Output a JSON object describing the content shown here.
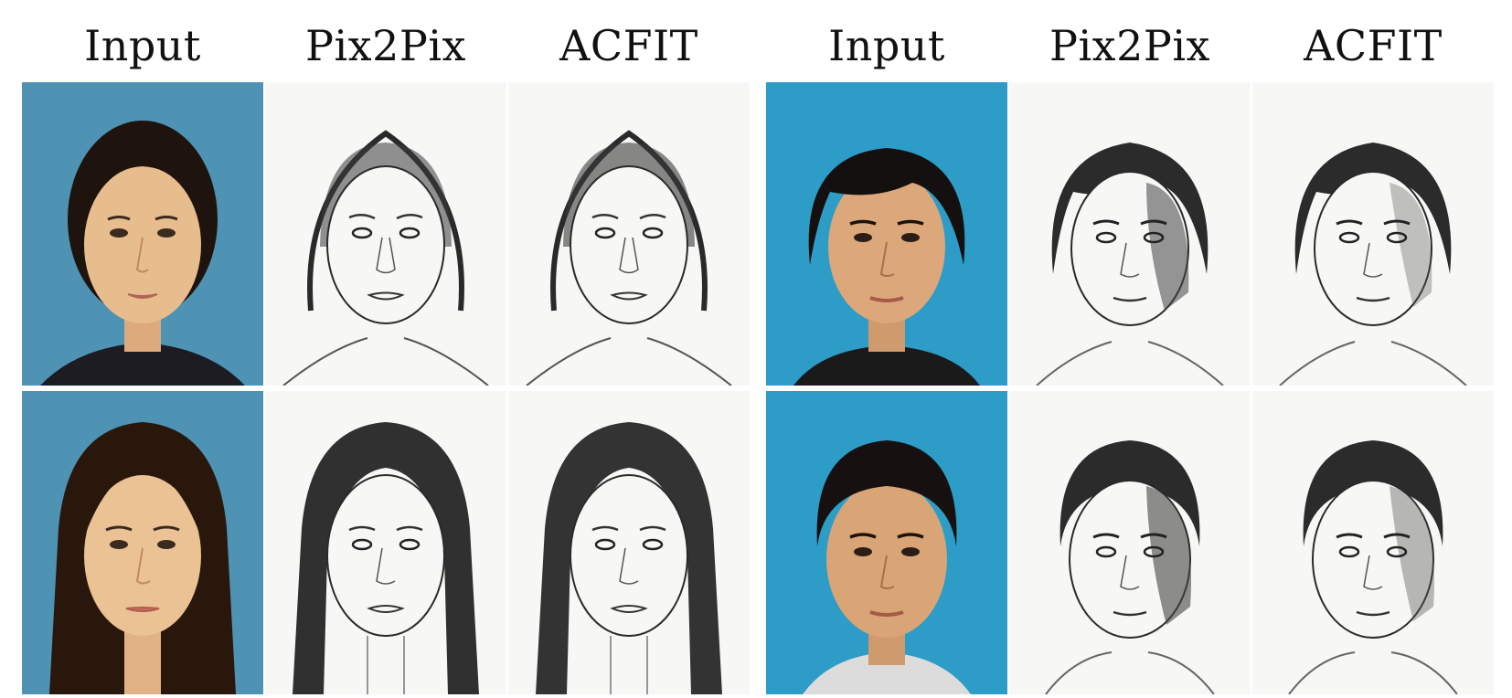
{
  "headers": [
    "Input",
    "Pix2Pix",
    "ACFIT",
    "Input",
    "Pix2Pix",
    "ACFIT"
  ],
  "colors": {
    "input_bg_left": "#4e93b4",
    "input_bg_right": "#2d9cc6",
    "skin": "#e8bd8e",
    "hair_photo": "#1b120c",
    "sketch_paper": "#f7f7f5",
    "sketch_ink": "#2a2a2a"
  },
  "icons": [
    "photo-female-1",
    "sketch-female-1",
    "sketch-female-1",
    "photo-male-1",
    "sketch-male-1",
    "sketch-male-1",
    "photo-female-2",
    "sketch-female-2",
    "sketch-female-2",
    "photo-male-2",
    "sketch-male-2",
    "sketch-male-2"
  ]
}
